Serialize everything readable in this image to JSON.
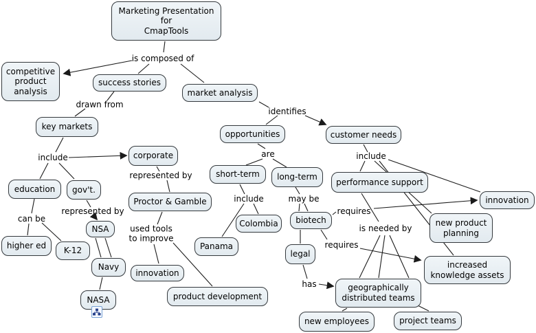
{
  "title": "Marketing Presentation for CmapTools concept map",
  "style": {
    "background": "#ffffff",
    "node_fill": "#e8eef3",
    "node_border": "#33383c",
    "line_color": "#1b1b1b",
    "text_color": "#000000"
  },
  "nodes": [
    {
      "id": "marketing-presentation",
      "label": "Marketing Presentation\nfor\nCmapTools"
    },
    {
      "id": "competitive-product-analysis",
      "label": "competitive\nproduct\nanalysis"
    },
    {
      "id": "success-stories",
      "label": "success stories"
    },
    {
      "id": "market-analysis",
      "label": "market analysis"
    },
    {
      "id": "key-markets",
      "label": "key markets"
    },
    {
      "id": "corporate",
      "label": "corporate"
    },
    {
      "id": "education",
      "label": "education"
    },
    {
      "id": "govt",
      "label": "gov't."
    },
    {
      "id": "proctor-gamble",
      "label": "Proctor & Gamble"
    },
    {
      "id": "higher-ed",
      "label": "higher ed"
    },
    {
      "id": "k-12",
      "label": "K-12"
    },
    {
      "id": "nsa",
      "label": "NSA"
    },
    {
      "id": "navy",
      "label": "Navy"
    },
    {
      "id": "nasa",
      "label": "NASA"
    },
    {
      "id": "innovation-left",
      "label": "innovation"
    },
    {
      "id": "product-development",
      "label": "product development"
    },
    {
      "id": "panama",
      "label": "Panama"
    },
    {
      "id": "colombia",
      "label": "Colombia"
    },
    {
      "id": "opportunities",
      "label": "opportunities"
    },
    {
      "id": "short-term",
      "label": "short-term"
    },
    {
      "id": "long-term",
      "label": "long-term"
    },
    {
      "id": "biotech",
      "label": "biotech"
    },
    {
      "id": "legal",
      "label": "legal"
    },
    {
      "id": "customer-needs",
      "label": "customer needs"
    },
    {
      "id": "performance-support",
      "label": "performance support"
    },
    {
      "id": "innovation-right",
      "label": "innovation"
    },
    {
      "id": "new-product-planning",
      "label": "new product\nplanning"
    },
    {
      "id": "increased-knowledge-assets",
      "label": "increased\nknowledge assets"
    },
    {
      "id": "geographically-distributed-teams",
      "label": "geographically\ndistributed teams"
    },
    {
      "id": "new-employees",
      "label": "new employees"
    },
    {
      "id": "project-teams",
      "label": "project teams"
    }
  ],
  "linking_phrases": [
    {
      "id": "is-composed-of",
      "text": "is composed of"
    },
    {
      "id": "drawn-from",
      "text": "drawn from"
    },
    {
      "id": "identifies",
      "text": "identifies"
    },
    {
      "id": "include-key-markets",
      "text": "include"
    },
    {
      "id": "can-be",
      "text": "can be"
    },
    {
      "id": "represented-by-govt",
      "text": "represented by"
    },
    {
      "id": "represented-by-corporate",
      "text": "represented by"
    },
    {
      "id": "used-tools-to-improve",
      "text": "used tools\nto improve"
    },
    {
      "id": "are",
      "text": "are"
    },
    {
      "id": "include-short-term",
      "text": "include"
    },
    {
      "id": "may-be",
      "text": "may be"
    },
    {
      "id": "include-customer-needs",
      "text": "include"
    },
    {
      "id": "requires-innovation",
      "text": "requires"
    },
    {
      "id": "requires-knowledge",
      "text": "requires"
    },
    {
      "id": "is-needed-by",
      "text": "is needed by"
    },
    {
      "id": "has",
      "text": "has"
    }
  ],
  "relations": [
    {
      "phrase": "is composed of",
      "from": [
        "Marketing Presentation for CmapTools"
      ],
      "to": [
        "competitive product analysis",
        "success stories",
        "market analysis"
      ]
    },
    {
      "phrase": "drawn from",
      "from": [
        "success stories"
      ],
      "to": [
        "key markets"
      ]
    },
    {
      "phrase": "identifies",
      "from": [
        "market analysis"
      ],
      "to": [
        "opportunities",
        "customer needs"
      ]
    },
    {
      "phrase": "include",
      "from": [
        "key markets"
      ],
      "to": [
        "education",
        "gov't.",
        "corporate"
      ]
    },
    {
      "phrase": "can be",
      "from": [
        "education"
      ],
      "to": [
        "higher ed",
        "K-12"
      ]
    },
    {
      "phrase": "represented by",
      "from": [
        "gov't."
      ],
      "to": [
        "NSA",
        "Navy",
        "NASA"
      ]
    },
    {
      "phrase": "represented by",
      "from": [
        "corporate"
      ],
      "to": [
        "Proctor & Gamble"
      ]
    },
    {
      "phrase": "used tools to improve",
      "from": [
        "Proctor & Gamble"
      ],
      "to": [
        "innovation",
        "product development"
      ]
    },
    {
      "phrase": "are",
      "from": [
        "opportunities"
      ],
      "to": [
        "short-term",
        "long-term"
      ]
    },
    {
      "phrase": "include",
      "from": [
        "short-term"
      ],
      "to": [
        "Colombia",
        "Panama"
      ]
    },
    {
      "phrase": "may be",
      "from": [
        "long-term"
      ],
      "to": [
        "biotech",
        "legal"
      ]
    },
    {
      "phrase": "include",
      "from": [
        "customer needs"
      ],
      "to": [
        "performance support",
        "innovation",
        "new product planning",
        "increased knowledge assets"
      ]
    },
    {
      "phrase": "requires",
      "from": [
        "biotech"
      ],
      "to": [
        "innovation"
      ]
    },
    {
      "phrase": "requires",
      "from": [
        "biotech"
      ],
      "to": [
        "increased knowledge assets"
      ]
    },
    {
      "phrase": "is needed by",
      "from": [
        "performance support"
      ],
      "to": [
        "geographically distributed teams"
      ]
    },
    {
      "phrase": "has",
      "from": [
        "legal"
      ],
      "to": [
        "geographically distributed teams"
      ]
    },
    {
      "phrase": "",
      "from": [
        "geographically distributed teams"
      ],
      "to": [
        "new employees",
        "project teams"
      ]
    }
  ],
  "icons": [
    {
      "id": "nested-cmap-icon",
      "meaning": "attached sub-map resource on NASA node"
    }
  ]
}
